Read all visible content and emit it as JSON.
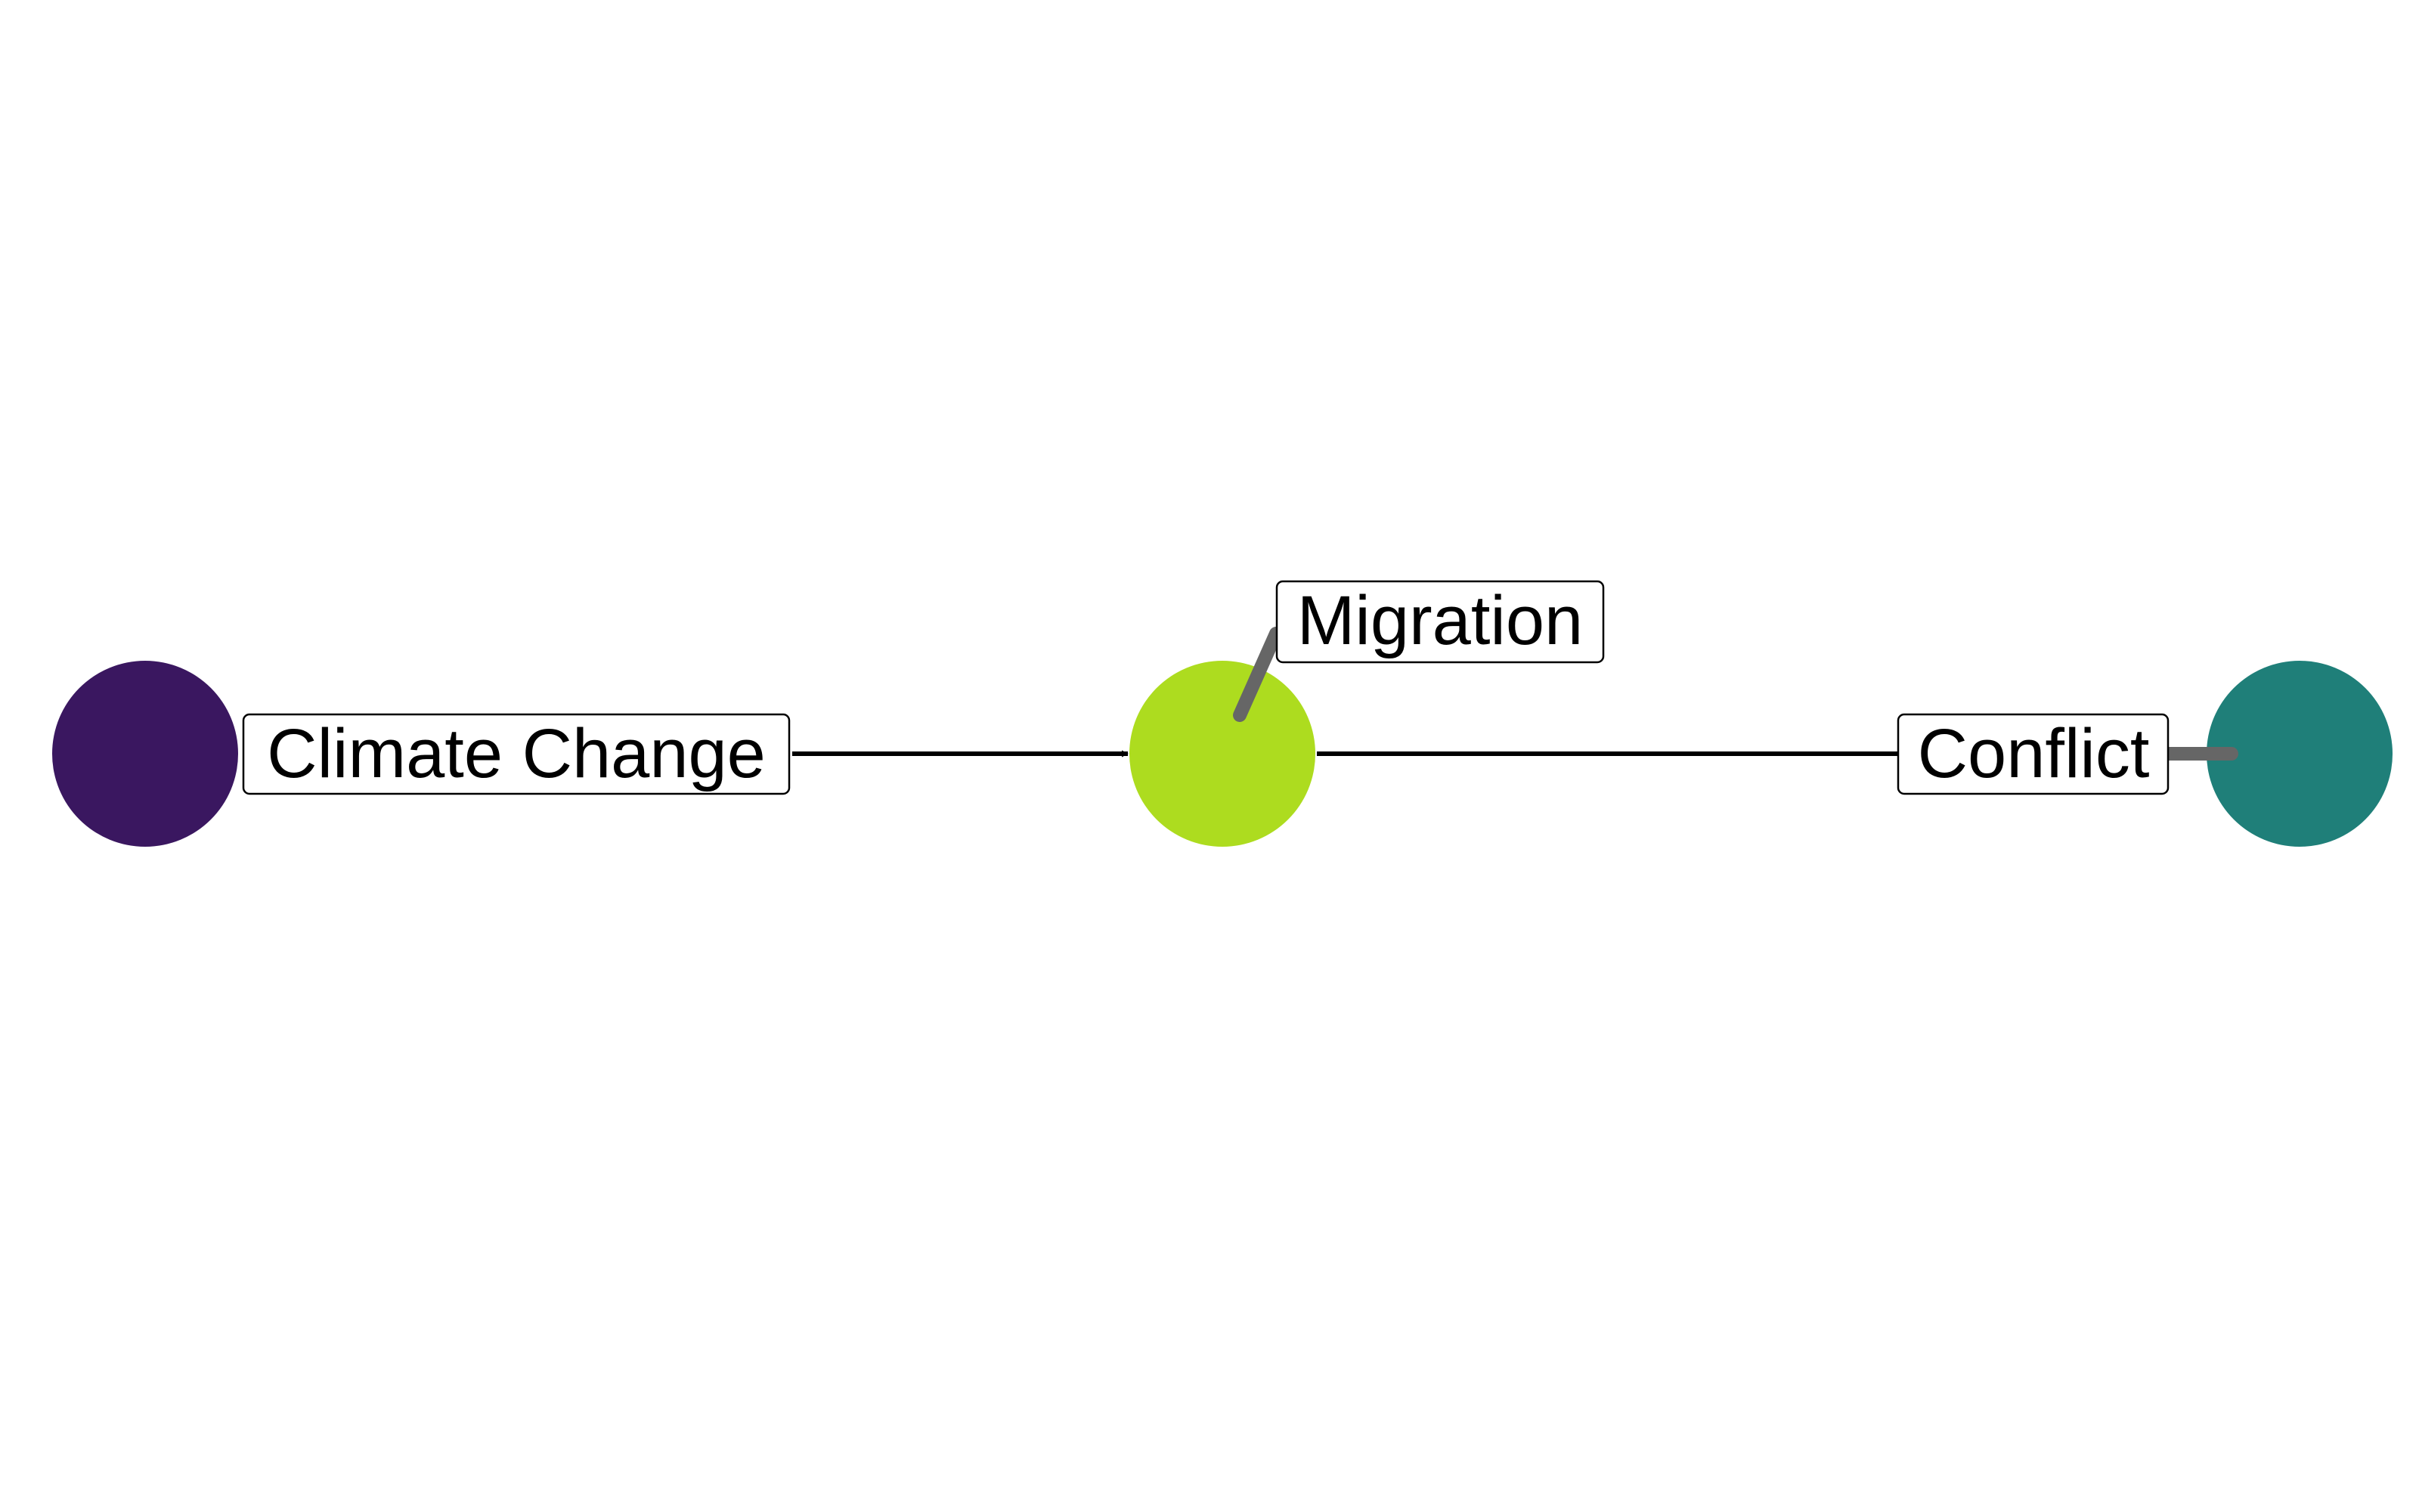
{
  "diagram": {
    "nodes": [
      {
        "id": "climate-change",
        "label": "Climate Change",
        "color": "#3a1760"
      },
      {
        "id": "migration",
        "label": "Migration",
        "color": "#addc1f"
      },
      {
        "id": "conflict",
        "label": "Conflict",
        "color": "#1f7f79"
      }
    ],
    "edges": [
      {
        "from": "climate-change",
        "to": "migration"
      },
      {
        "from": "migration",
        "to": "conflict"
      }
    ],
    "colors": {
      "edge": "#000000",
      "label_leader": "#666666",
      "label_border": "#000000",
      "label_background": "#ffffff"
    }
  }
}
